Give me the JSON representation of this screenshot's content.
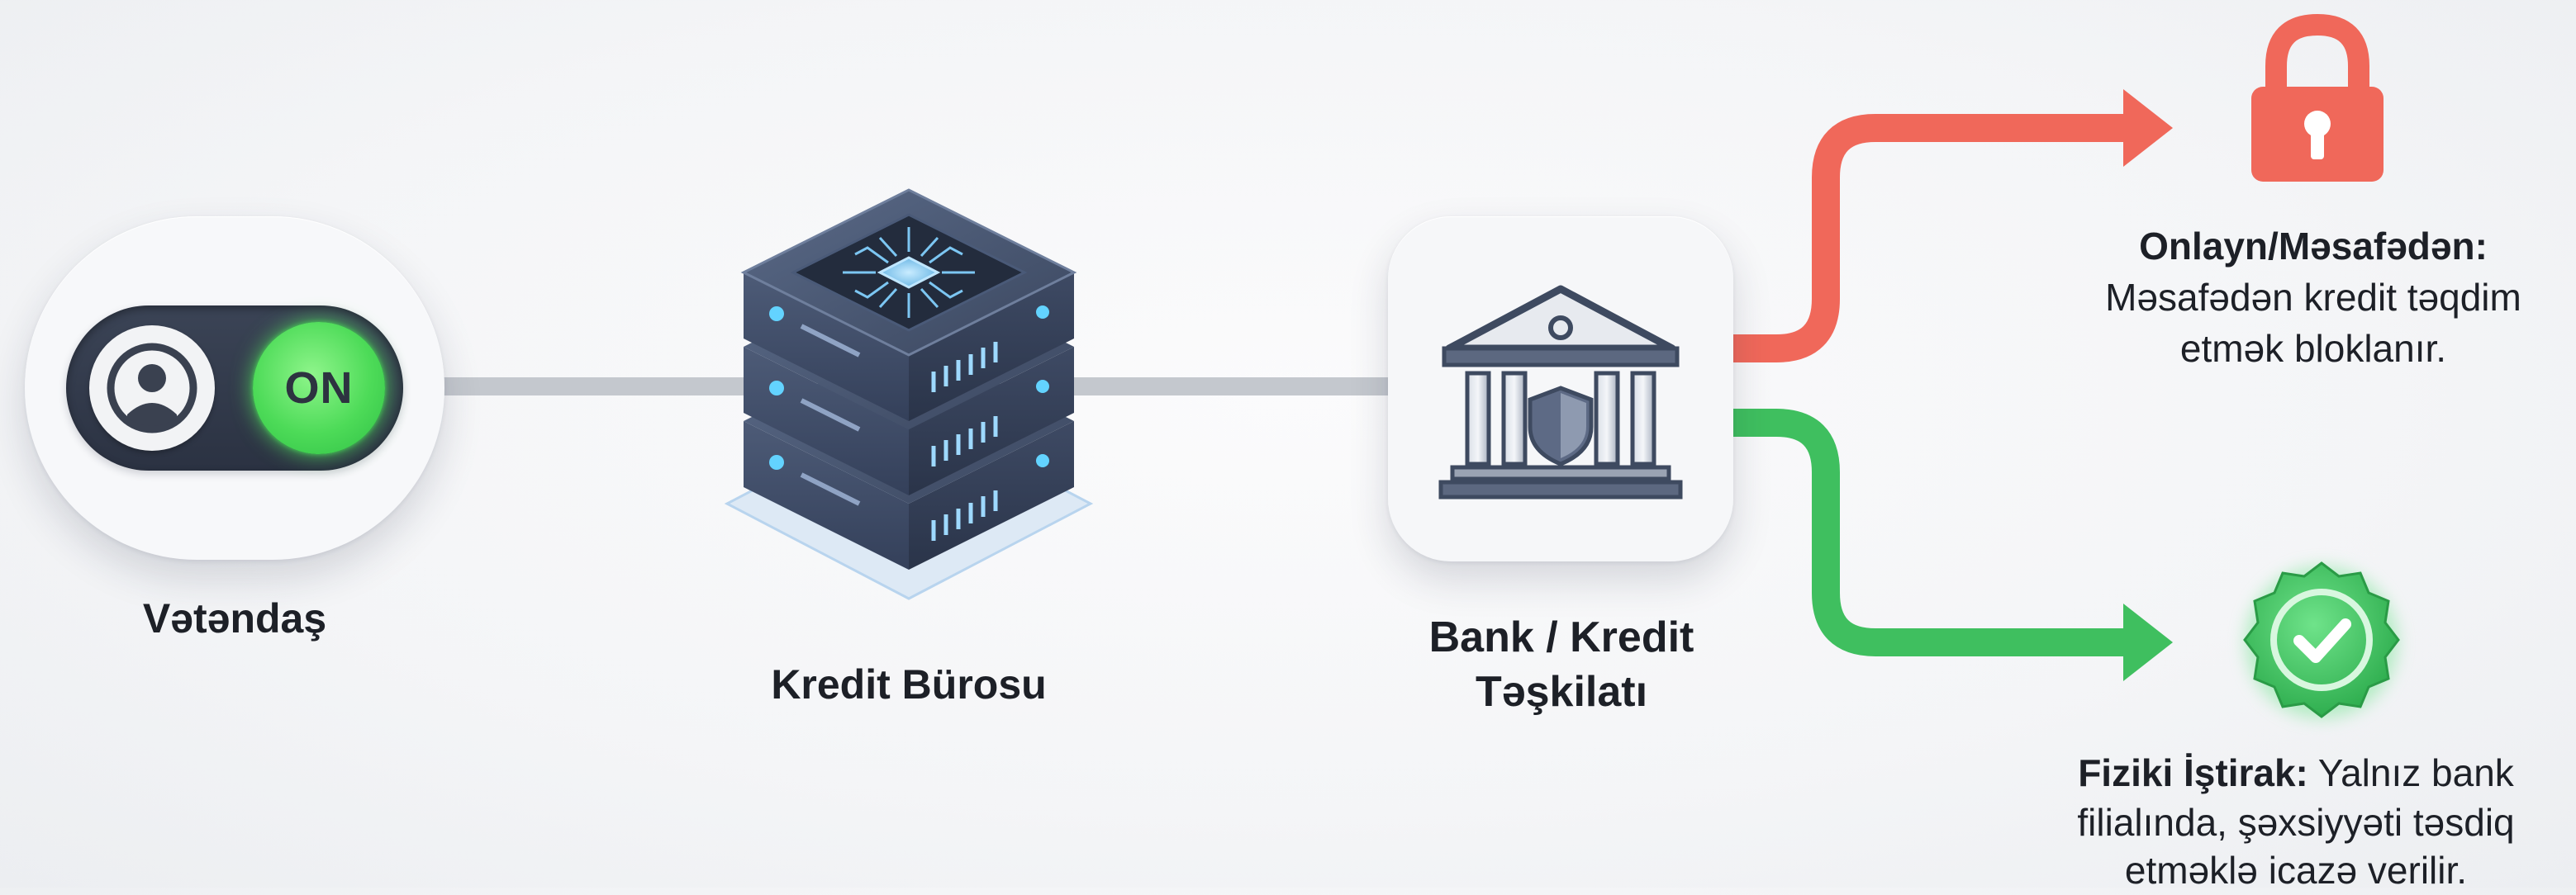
{
  "nodes": {
    "citizen": {
      "toggle_state": "ON",
      "label": "Vətəndaş"
    },
    "bureau": {
      "label": "Kredit Bürosu"
    },
    "bank": {
      "label_line1": "Bank / Kredit",
      "label_line2": "Təşkilatı"
    }
  },
  "outcomes": {
    "online": {
      "title": "Onlayn/Məsafədən:",
      "desc_line1": "Məsafədən kredit təqdim",
      "desc_line2": "etmək bloklanır.",
      "icon": "lock-icon",
      "color": "#f0685a"
    },
    "physical": {
      "title": "Fiziki İştirak:",
      "line1_rest": " Yalnız bank",
      "line2": "filialında, şəxsiyyəti təsdiq",
      "line3": "etməklə icazə verilir.",
      "icon": "check-badge-icon",
      "color": "#3fbf5f"
    }
  },
  "colors": {
    "connector": "#c4c8ce",
    "toggle_on": "#4ddb58",
    "blocked": "#f0685a",
    "allowed": "#3fbf5f",
    "server": "#3d4a63"
  }
}
